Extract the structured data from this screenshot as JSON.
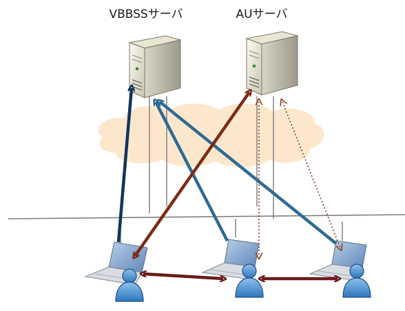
{
  "servers": [
    {
      "id": "vbbss",
      "label": "VBBSSサーバ",
      "icon": "server-tower-icon"
    },
    {
      "id": "au",
      "label": "AUサーバ",
      "icon": "server-tower-icon"
    }
  ],
  "network": {
    "icon": "internet-cloud-icon",
    "color": "#fbe3c4"
  },
  "clients": [
    {
      "id": "client-1",
      "icon": "laptop-user-icon"
    },
    {
      "id": "client-2",
      "icon": "laptop-user-icon"
    },
    {
      "id": "client-3",
      "icon": "laptop-user-icon"
    }
  ],
  "colors": {
    "dark_blue_arrow": "#12355b",
    "blue_arrow": "#2e6a92",
    "red_arrow": "#7b2a12",
    "peer_arrow": "#6b1a1a",
    "dotted_arrow": "#8b3a1a",
    "line_gray": "#8a8a8a"
  }
}
